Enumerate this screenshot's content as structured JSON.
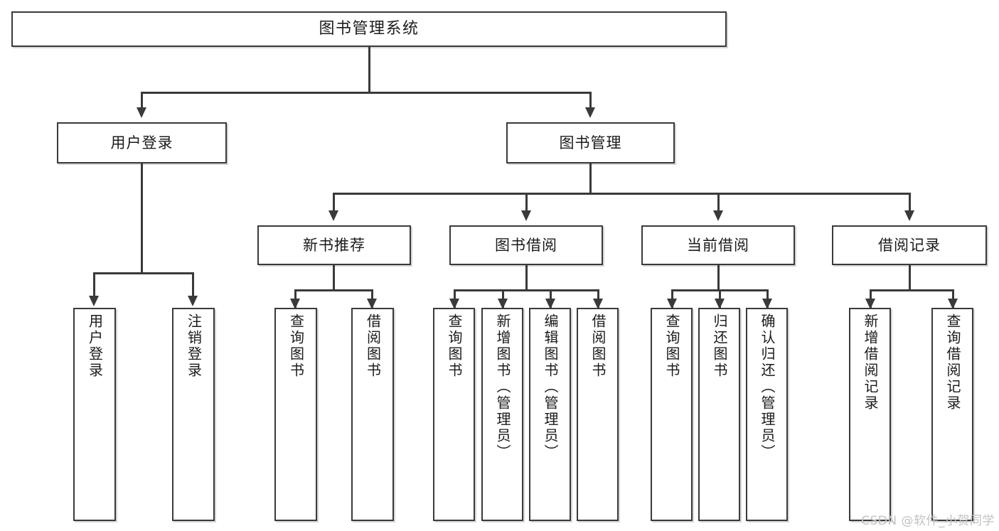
{
  "diagram": {
    "title": "图书管理系统",
    "type": "tree-hierarchy-chart",
    "colors": {
      "background": "#ffffff",
      "border": "#3a3a3a",
      "text": "#1b1b1b",
      "watermark": "#c2c2c2"
    }
  },
  "root": {
    "label": "图书管理系统"
  },
  "level2": {
    "user_login": {
      "label": "用户登录"
    },
    "book_manage": {
      "label": "图书管理"
    }
  },
  "level3": {
    "new_book_rec": {
      "label": "新书推荐"
    },
    "book_borrow": {
      "label": "图书借阅"
    },
    "current_borrow": {
      "label": "当前借阅"
    },
    "borrow_record": {
      "label": "借阅记录"
    }
  },
  "leaves": {
    "user_login": [
      {
        "label": "用户登录"
      },
      {
        "label": "注销登录"
      }
    ],
    "new_book_rec": [
      {
        "label": "查询图书"
      },
      {
        "label": "借阅图书"
      }
    ],
    "book_borrow": [
      {
        "label": "查询图书"
      },
      {
        "label": "新增图书（管理员）"
      },
      {
        "label": "编辑图书（管理员）"
      },
      {
        "label": "借阅图书"
      }
    ],
    "current_borrow": [
      {
        "label": "查询图书"
      },
      {
        "label": "归还图书"
      },
      {
        "label": "确认归还（管理员）"
      }
    ],
    "borrow_record": [
      {
        "label": "新增借阅记录"
      },
      {
        "label": "查询借阅记录"
      }
    ]
  },
  "watermark": {
    "text": "CSDN @软件_小贺同学"
  }
}
